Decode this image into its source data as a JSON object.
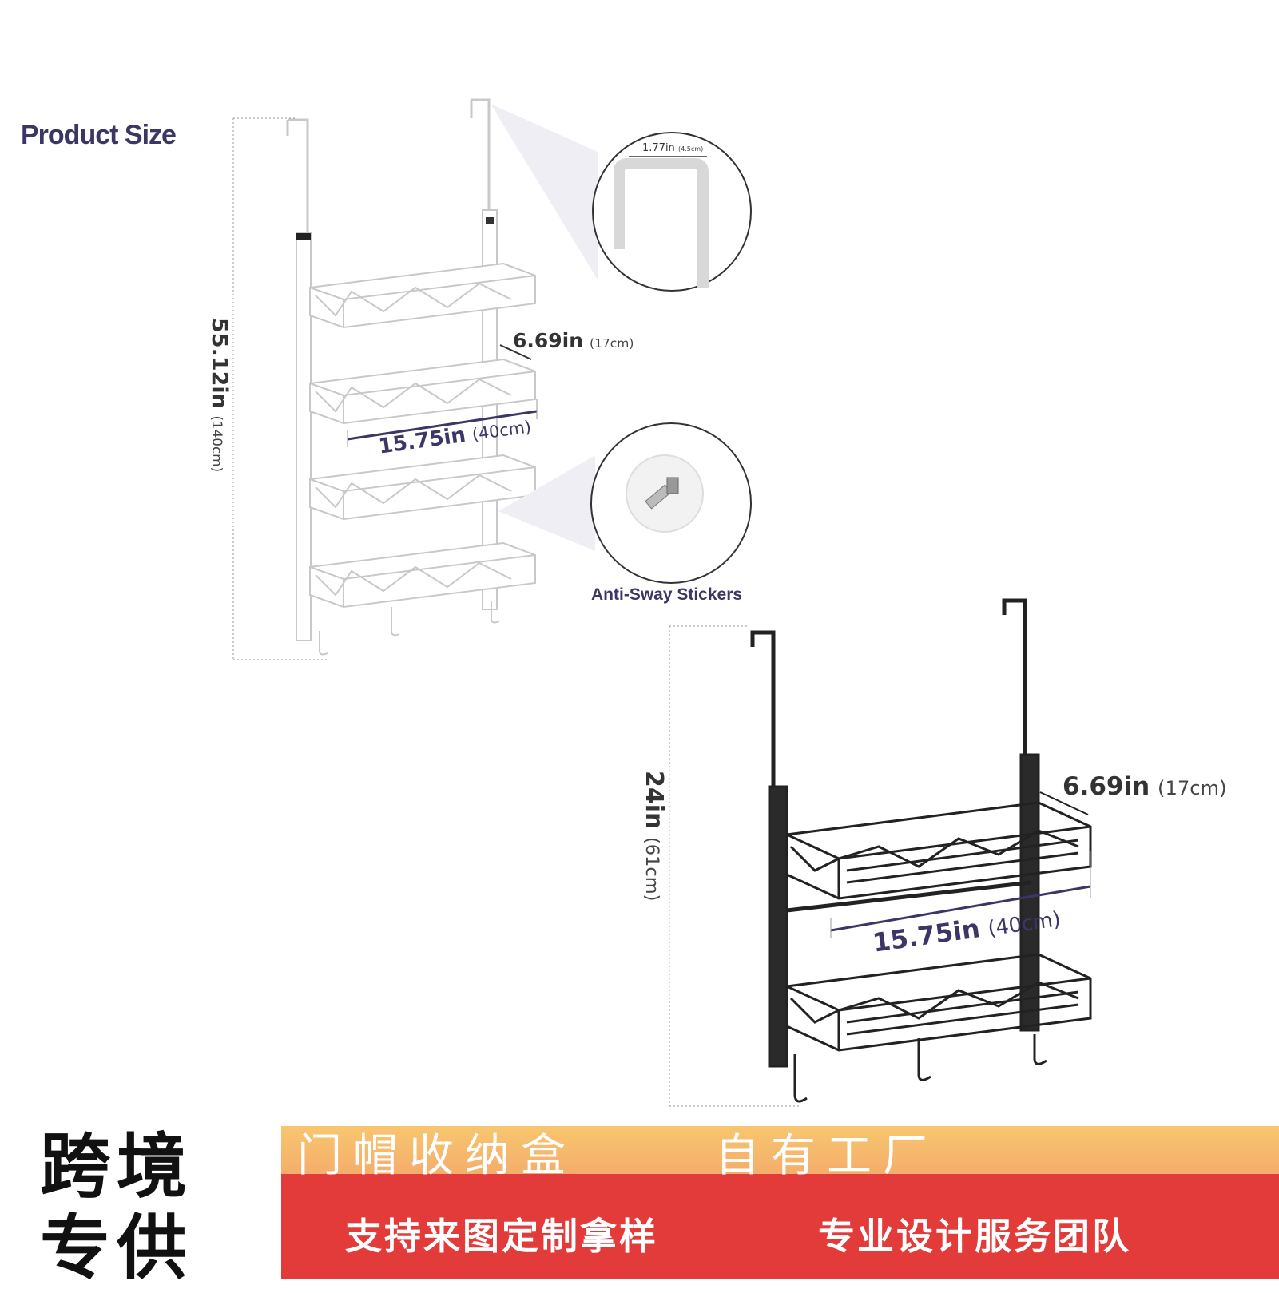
{
  "title": "Product Size",
  "white_rack": {
    "height": "55.12in",
    "height_metric": "(140cm)",
    "depth": "6.69in",
    "depth_metric": "(17cm)",
    "width": "15.75in",
    "width_metric": "(40cm)",
    "hook_width": "1.77in",
    "hook_width_metric": "(4.5cm)",
    "sticker_label": "Anti-Sway Stickers"
  },
  "black_rack": {
    "height": "24in",
    "height_metric": "(61cm)",
    "depth": "6.69in",
    "depth_metric": "(17cm)",
    "width": "15.75in",
    "width_metric": "(40cm)"
  },
  "banner": {
    "badge_line1": "跨境",
    "badge_line2": "专供",
    "product": "门帽收纳盒",
    "factory": "自有工厂",
    "custom": "支持来图定制拿样",
    "team": "专业设计服务团队"
  },
  "colors": {
    "title": "#3b3666",
    "dimension_line": "#3b3666",
    "banner_top": "#f6c06a",
    "banner_bottom": "#e23b3b"
  }
}
